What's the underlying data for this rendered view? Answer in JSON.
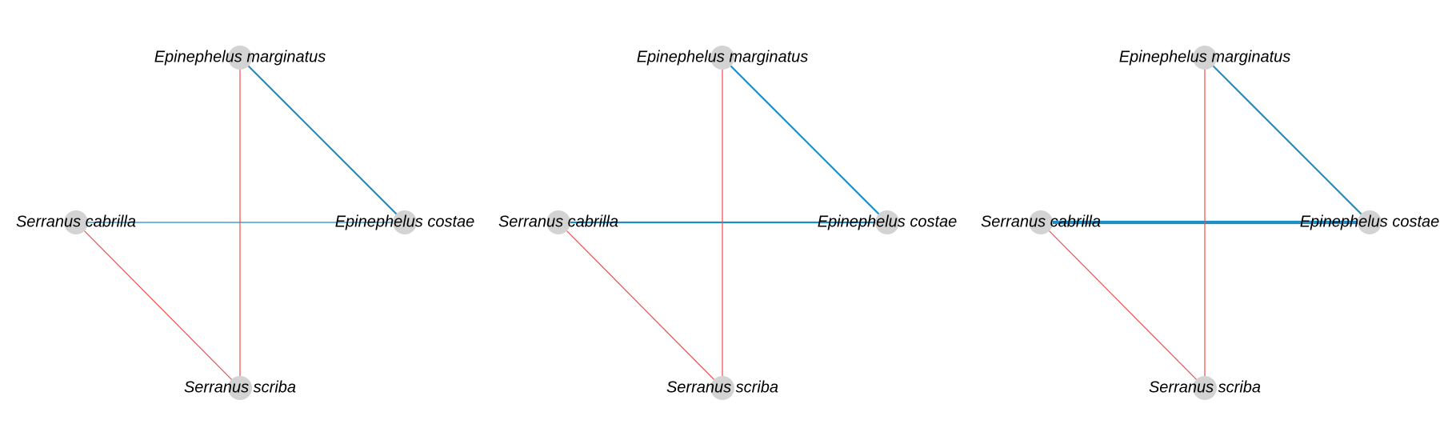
{
  "colors": {
    "node_fill": "#d3d3d3",
    "positive_edge": "#1f8ec5",
    "negative_edge": "#ef4b4b",
    "background": "#ffffff"
  },
  "networks": [
    {
      "nodes": [
        {
          "id": "em",
          "label": "Epinephelus marginatus"
        },
        {
          "id": "ec",
          "label": "Epinephelus costae"
        },
        {
          "id": "sc",
          "label": "Serranus cabrilla"
        },
        {
          "id": "ss",
          "label": "Serranus scriba"
        }
      ],
      "edges": [
        {
          "source": "em",
          "target": "ec",
          "sign": "positive",
          "strength": 2
        },
        {
          "source": "sc",
          "target": "ec",
          "sign": "positive",
          "strength": 1
        },
        {
          "source": "em",
          "target": "ss",
          "sign": "negative",
          "strength": 1
        },
        {
          "source": "sc",
          "target": "ss",
          "sign": "negative",
          "strength": 1
        }
      ]
    },
    {
      "nodes": [
        {
          "id": "em",
          "label": "Epinephelus marginatus"
        },
        {
          "id": "ec",
          "label": "Epinephelus costae"
        },
        {
          "id": "sc",
          "label": "Serranus cabrilla"
        },
        {
          "id": "ss",
          "label": "Serranus scriba"
        }
      ],
      "edges": [
        {
          "source": "em",
          "target": "ec",
          "sign": "positive",
          "strength": 2
        },
        {
          "source": "sc",
          "target": "ec",
          "sign": "positive",
          "strength": 2
        },
        {
          "source": "em",
          "target": "ss",
          "sign": "negative",
          "strength": 1
        },
        {
          "source": "sc",
          "target": "ss",
          "sign": "negative",
          "strength": 1
        }
      ]
    },
    {
      "nodes": [
        {
          "id": "em",
          "label": "Epinephelus marginatus"
        },
        {
          "id": "ec",
          "label": "Epinephelus costae"
        },
        {
          "id": "sc",
          "label": "Serranus cabrilla"
        },
        {
          "id": "ss",
          "label": "Serranus scriba"
        }
      ],
      "edges": [
        {
          "source": "em",
          "target": "ec",
          "sign": "positive",
          "strength": 2
        },
        {
          "source": "sc",
          "target": "ec",
          "sign": "positive",
          "strength": 4
        },
        {
          "source": "em",
          "target": "ss",
          "sign": "negative",
          "strength": 1
        },
        {
          "source": "sc",
          "target": "ss",
          "sign": "negative",
          "strength": 1
        }
      ]
    }
  ]
}
